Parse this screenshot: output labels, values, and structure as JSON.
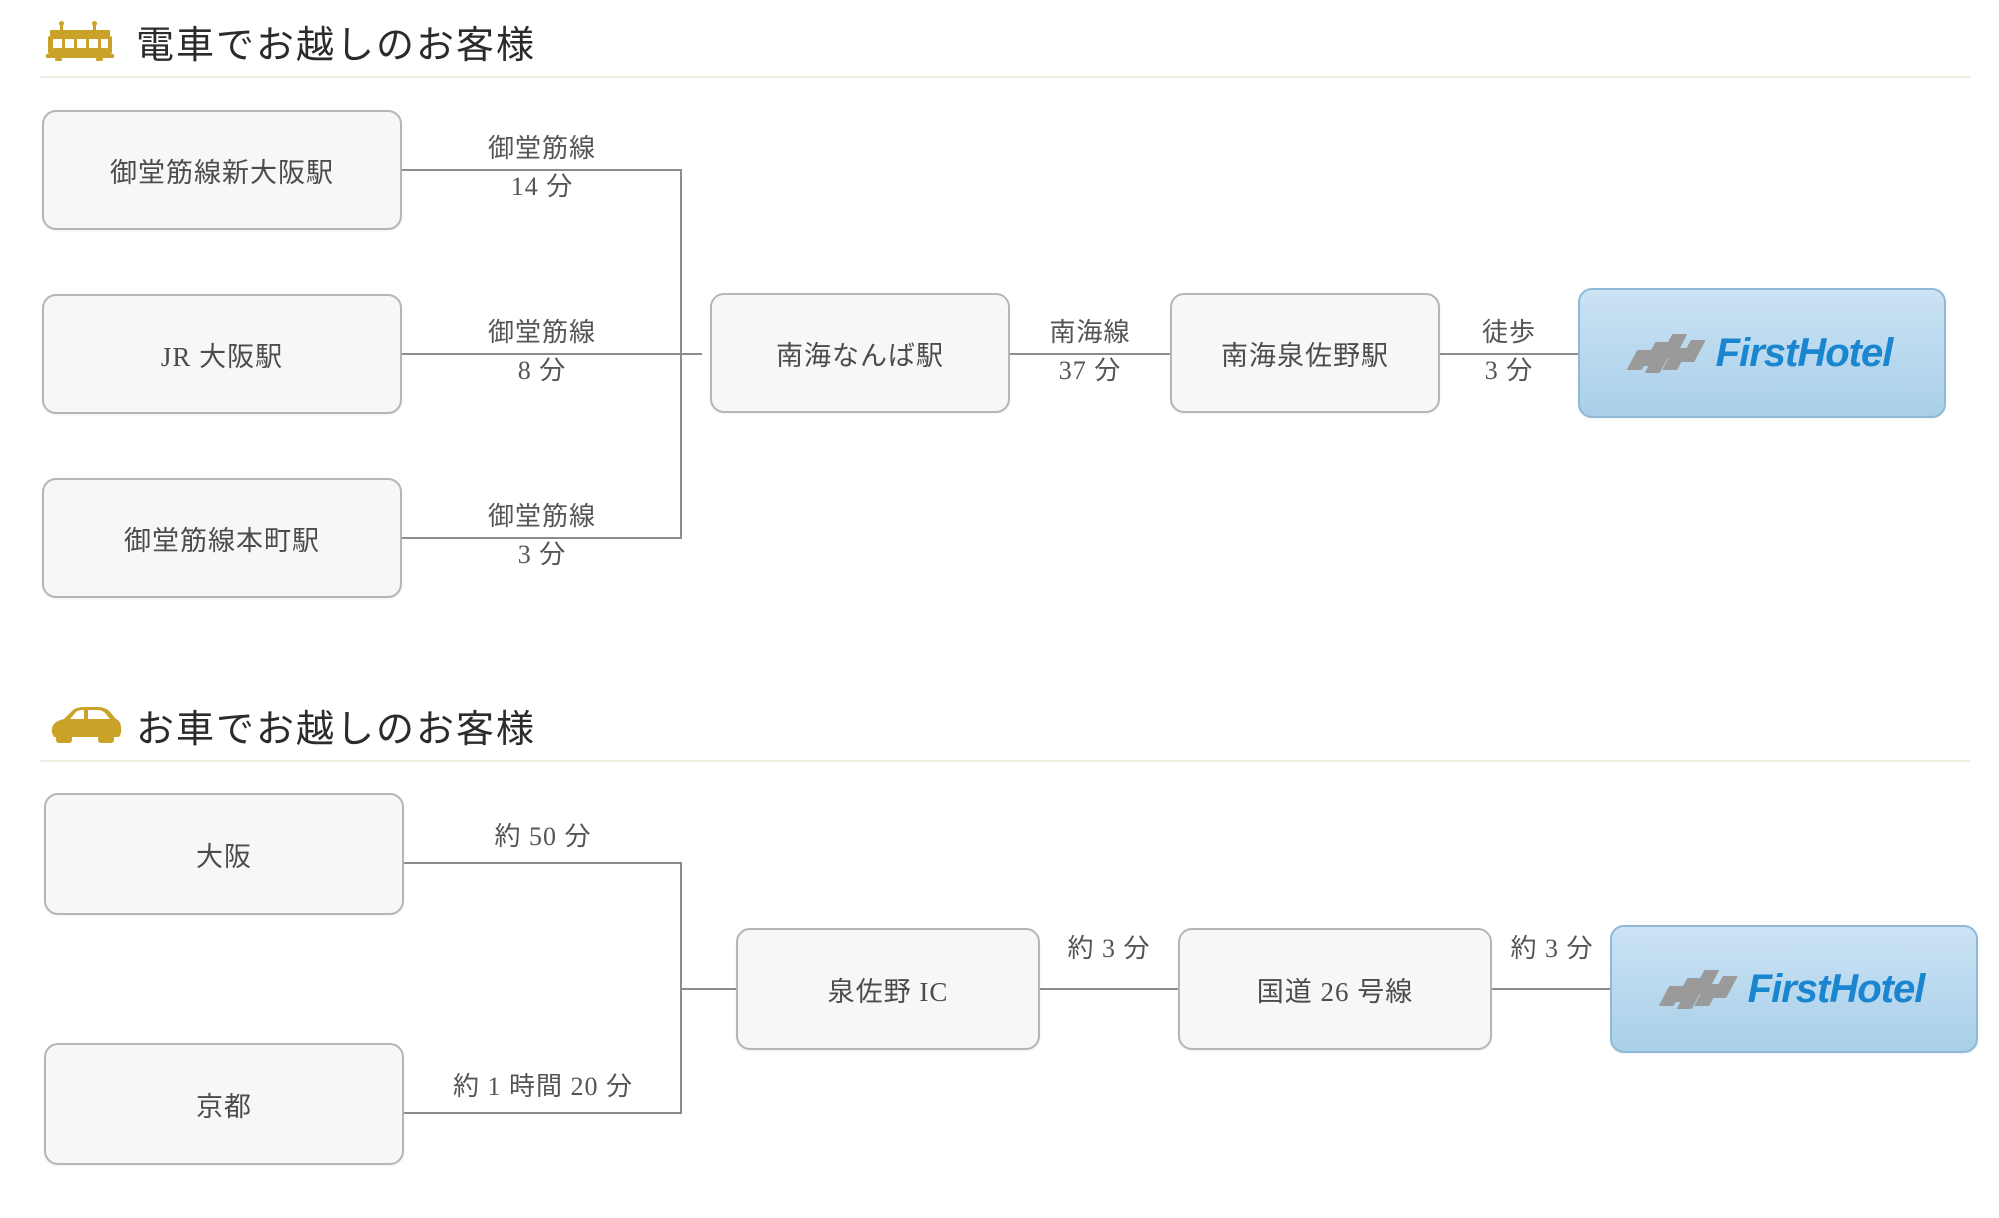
{
  "sections": [
    {
      "id": "train",
      "icon": "train-icon",
      "title": "電車でお越しのお客様",
      "branches": [
        {
          "node": "御堂筋線新大阪駅",
          "line": "御堂筋線",
          "time": "14 分"
        },
        {
          "node": "JR 大阪駅",
          "line": "御堂筋線",
          "time": "8 分"
        },
        {
          "node": "御堂筋線本町駅",
          "line": "御堂筋線",
          "time": "3 分"
        }
      ],
      "chain": [
        {
          "node": "南海なんば駅",
          "line": "南海線",
          "time": "37 分"
        },
        {
          "node": "南海泉佐野駅",
          "line": "徒歩",
          "time": "3 分"
        }
      ],
      "destination": {
        "type": "hotel-logo",
        "brand_first": "First",
        "brand_second": "Hotel",
        "brand_color": "#1a86d0",
        "mark_color": "#9a9a9a",
        "box_color": "#bcd9ef"
      }
    },
    {
      "id": "car",
      "icon": "car-icon",
      "title": "お車でお越しのお客様",
      "branches": [
        {
          "node": "大阪",
          "line": "",
          "time": "約 50 分"
        },
        {
          "node": "京都",
          "line": "",
          "time": "約 1 時間 20 分"
        }
      ],
      "chain": [
        {
          "node": "泉佐野 IC",
          "line": "",
          "time": "約 3 分"
        },
        {
          "node": "国道 26 号線",
          "line": "",
          "time": "約 3 分"
        }
      ],
      "destination": {
        "type": "hotel-logo",
        "brand_first": "First",
        "brand_second": "Hotel",
        "brand_color": "#1a86d0",
        "mark_color": "#9a9a9a",
        "box_color": "#bcd9ef"
      }
    }
  ],
  "theme": {
    "icon_gold": "#c9a227",
    "node_fill": "#f7f7f7",
    "node_border": "#b6b6b6",
    "line_color": "#8c8c8c",
    "rule_color": "#f0ece0"
  }
}
